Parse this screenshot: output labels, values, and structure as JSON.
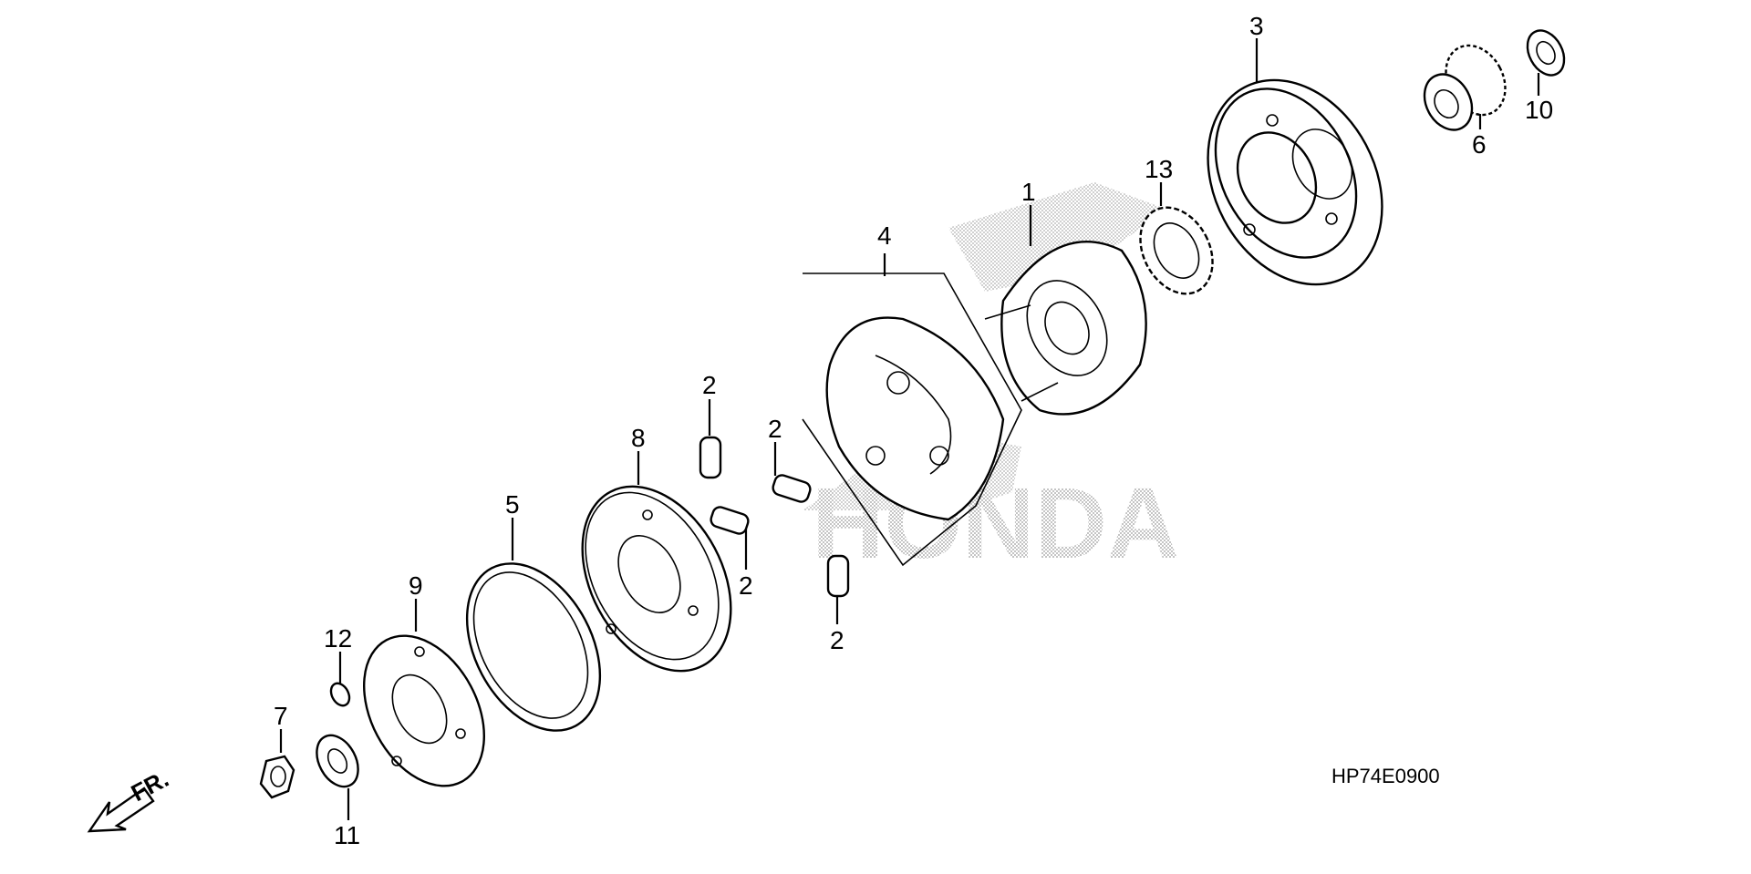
{
  "diagram": {
    "callouts": {
      "c1": "1",
      "c2a": "2",
      "c2b": "2",
      "c2c": "2",
      "c2d": "2",
      "c3": "3",
      "c4": "4",
      "c5": "5",
      "c6": "6",
      "c7": "7",
      "c8": "8",
      "c9": "9",
      "c10": "10",
      "c11": "11",
      "c12": "12",
      "c13": "13"
    },
    "diagram_code": "HP74E0900",
    "direction_label": "FR.",
    "watermark": "HONDA",
    "colors": {
      "line": "#000000",
      "background": "#ffffff",
      "watermark": "#b8b8b8"
    }
  }
}
